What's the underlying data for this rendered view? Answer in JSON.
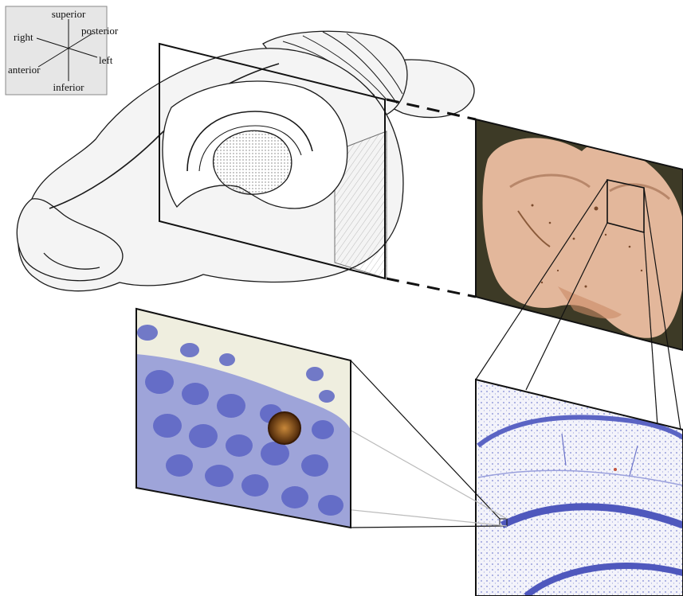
{
  "orientation_key": {
    "superior": "superior",
    "inferior": "inferior",
    "right": "right",
    "left": "left",
    "anterior": "anterior",
    "posterior": "posterior"
  },
  "colors": {
    "key_background": "#e6e6e6",
    "brain_fill": "#f4f4f4",
    "brain_line": "#1a1a1a",
    "section_background": "#3d3a26",
    "section_tissue": "#e3b79b",
    "tissue_stain": "#8a5a3a",
    "nissl_blue": "#5b64c4",
    "cell_background": "#efeedf",
    "labeled_cell": "#6a3a10"
  }
}
